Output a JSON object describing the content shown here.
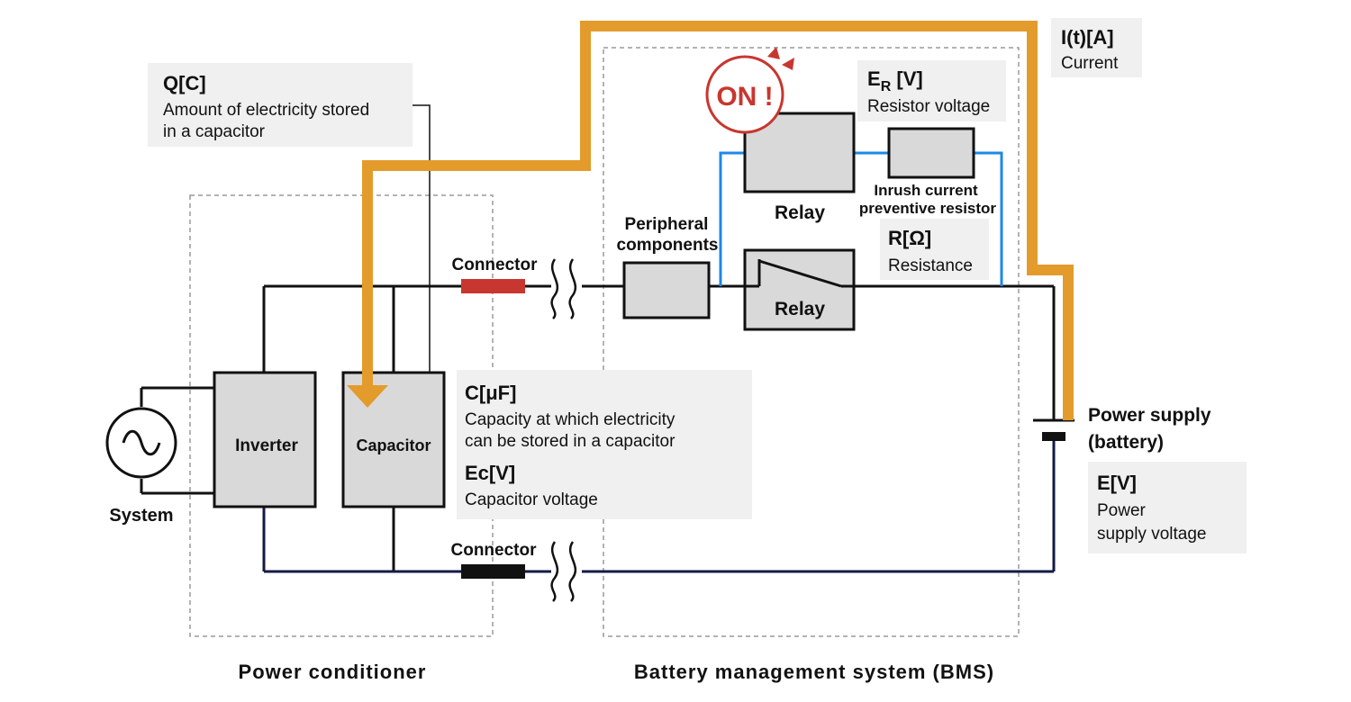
{
  "labels": {
    "q_title": "Q[C]",
    "q_desc_1": "Amount of electricity stored",
    "q_desc_2": "in a capacitor",
    "current_title": "I(t)[A]",
    "current_desc": "Current",
    "er_title_main": "E",
    "er_title_sub": "R",
    "er_title_unit": " [V]",
    "er_desc": "Resistor voltage",
    "r_title": "R[Ω]",
    "r_desc": "Resistance",
    "c_title": "C[μF]",
    "c_desc_1": "Capacity at which electricity",
    "c_desc_2": "can be stored in a capacitor",
    "ec_title": "Ec[V]",
    "ec_desc": "Capacitor voltage",
    "e_title": "E[V]",
    "e_desc_1": "Power",
    "e_desc_2": "supply voltage"
  },
  "components": {
    "inverter": "Inverter",
    "capacitor": "Capacitor",
    "system": "System",
    "connector_top": "Connector",
    "connector_bottom": "Connector",
    "peripheral_1": "Peripheral",
    "peripheral_2": "components",
    "relay_upper": "Relay",
    "relay_lower": "Relay",
    "resistor_1": "Inrush current",
    "resistor_2": "preventive resistor",
    "power_supply_1": "Power supply",
    "power_supply_2": "(battery)",
    "on_badge": "ON !"
  },
  "groups": {
    "power_conditioner": "Power conditioner",
    "bms": "Battery management system (BMS)"
  },
  "colors": {
    "current_path": "#E39B2B",
    "blue_wire": "#1E88E5",
    "connector_red": "#C7372F",
    "on_badge": "#C7372F",
    "component_fill": "#D9D9D9",
    "label_bg": "#F0F0F0"
  }
}
